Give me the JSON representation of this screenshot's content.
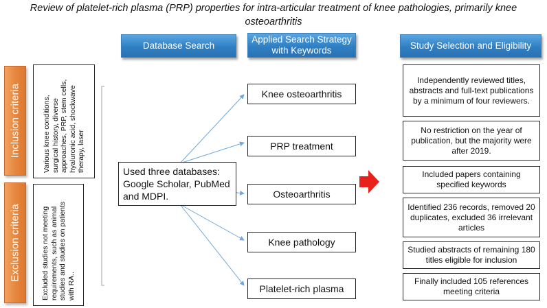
{
  "title": "Review of platelet-rich plasma (PRP) properties for intra-articular treatment of knee pathologies, primarily knee osteoarthritis",
  "headers": {
    "database_search": "Database Search",
    "search_strategy": "Applied Search Strategy with Keywords",
    "study_selection": "Study Selection and Eligibility"
  },
  "inclusion": {
    "label": "Inclusion criteria",
    "text": "Various knee conditions, surgical history, diverse approaches, PRP, stem cells, hyaluronic acid, shockwave therapy, laser"
  },
  "exclusion": {
    "label": "Exclusion criteria",
    "text": "Excluded studies not meeting requirements, such as animal studies and studies on patients with RA.."
  },
  "databases_text": "Used three databases: Google Scholar, PubMed and MDPI.",
  "keywords": [
    "Knee osteoarthritis",
    "PRP treatment",
    "Osteoarthritis",
    "Knee pathology",
    "Platelet-rich plasma"
  ],
  "selection": [
    "Independently reviewed titles, abstracts and full-text publications by a minimum of four reviewers.",
    "No restriction on the year of publication, but the majority were after 2019.",
    "Included papers containing specified keywords",
    "Identified 236 records, removed 20 duplicates, excluded 36 irrelevant articles",
    "Studied abstracts of remaining 180 titles eligible for inclusion",
    "Finally included 105 references meeting criteria"
  ],
  "colors": {
    "header_blue": "#2f7fc4",
    "criteria_orange": "#e6853d",
    "arrow_red": "#e8221a",
    "connector_blue": "#6fa8dc"
  }
}
